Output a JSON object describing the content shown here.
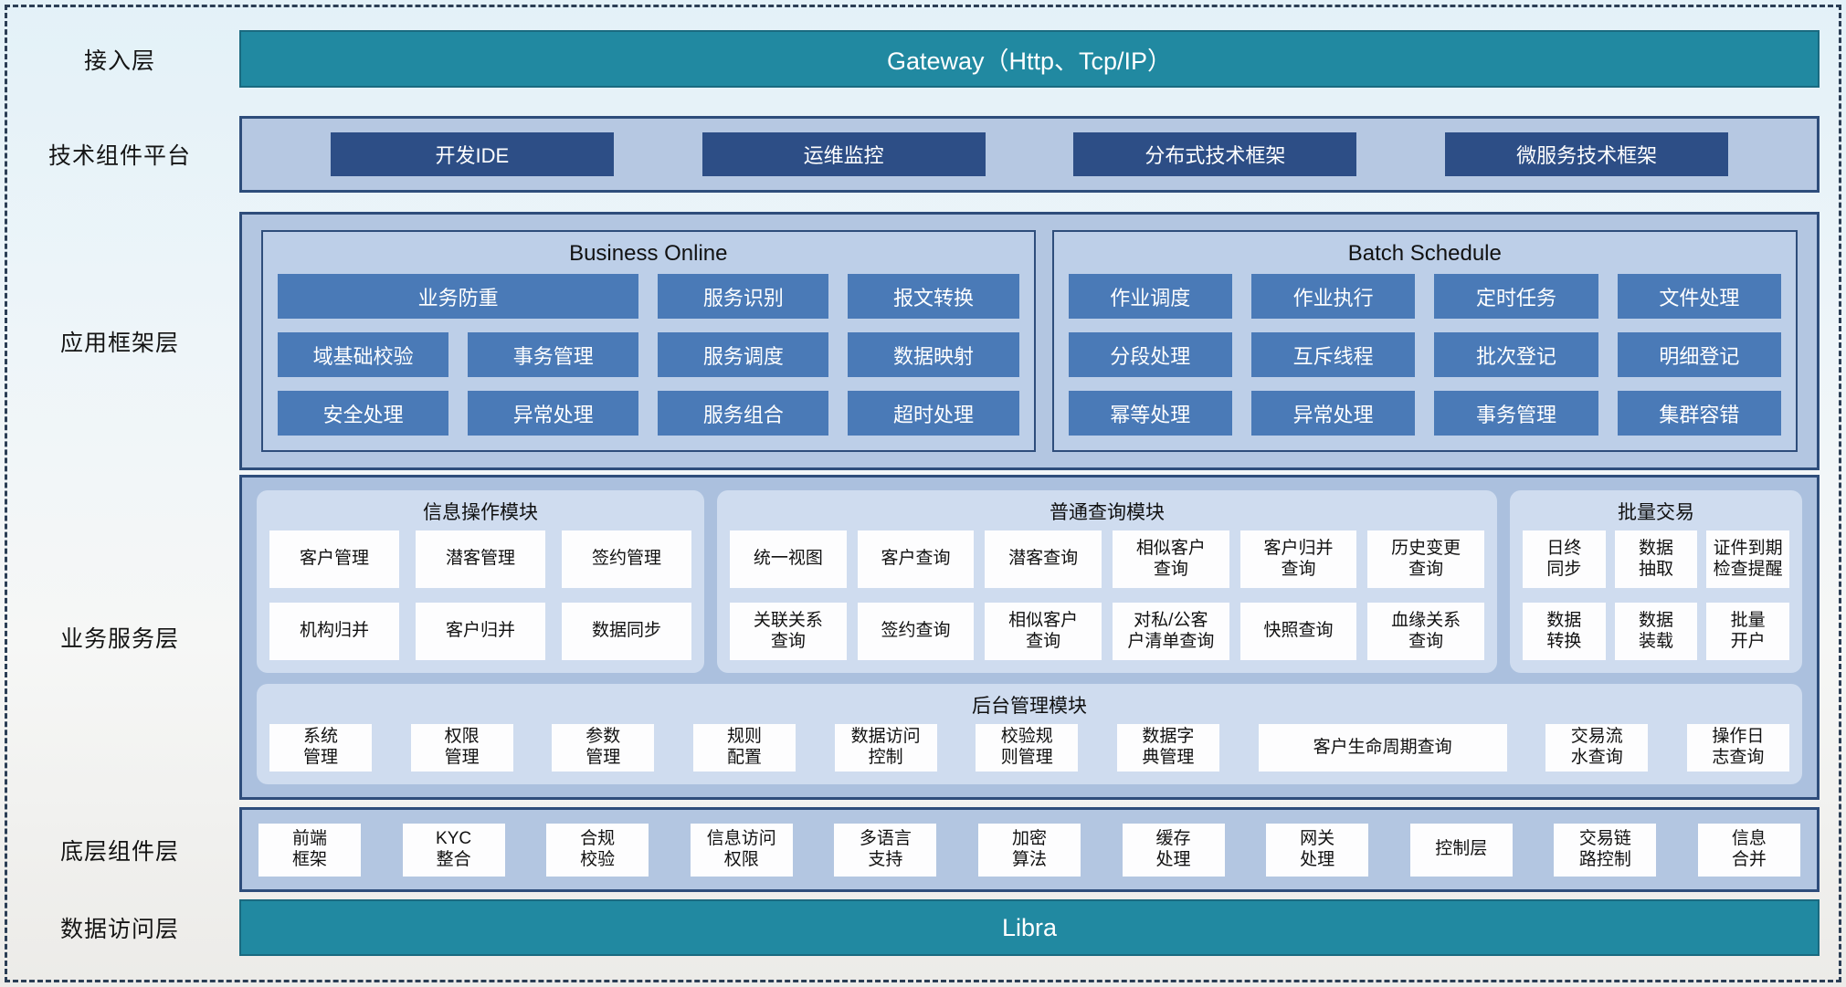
{
  "layer_labels": [
    "接入层",
    "技术组件平台",
    "应用框架层",
    "业务服务层",
    "底层组件层",
    "数据访问层"
  ],
  "gateway": {
    "text": "Gateway（Http、Tcp/IP）"
  },
  "tech_platform": {
    "buttons": [
      "开发IDE",
      "运维监控",
      "分布式技术框架",
      "微服务技术框架"
    ]
  },
  "app_framework": {
    "business_online": {
      "title": "Business Online",
      "wide": "业务防重",
      "row1": [
        "服务识别",
        "报文转换"
      ],
      "row2": [
        "域基础校验",
        "事务管理",
        "服务调度",
        "数据映射"
      ],
      "row3": [
        "安全处理",
        "异常处理",
        "服务组合",
        "超时处理"
      ]
    },
    "batch_schedule": {
      "title": "Batch Schedule",
      "row1": [
        "作业调度",
        "作业执行",
        "定时任务",
        "文件处理"
      ],
      "row2": [
        "分段处理",
        "互斥线程",
        "批次登记",
        "明细登记"
      ],
      "row3": [
        "幂等处理",
        "异常处理",
        "事务管理",
        "集群容错"
      ]
    }
  },
  "business_service": {
    "info_module": {
      "title": "信息操作模块",
      "items": [
        "客户管理",
        "潜客管理",
        "签约管理",
        "机构归并",
        "客户归并",
        "数据同步"
      ]
    },
    "query_module": {
      "title": "普通查询模块",
      "items": [
        "统一视图",
        "客户查询",
        "潜客查询",
        "相似客户\n查询",
        "客户归并\n查询",
        "历史变更\n查询",
        "关联关系\n查询",
        "签约查询",
        "相似客户\n查询",
        "对私/公客\n户清单查询",
        "快照查询",
        "血缘关系\n查询"
      ]
    },
    "batch_module": {
      "title": "批量交易",
      "items": [
        "日终\n同步",
        "数据\n抽取",
        "证件到期\n检查提醒",
        "数据\n转换",
        "数据\n装载",
        "批量\n开户"
      ]
    },
    "admin_module": {
      "title": "后台管理模块",
      "items": [
        "系统\n管理",
        "权限\n管理",
        "参数\n管理",
        "规则\n配置",
        "数据访问\n控制",
        "校验规\n则管理",
        "数据字\n典管理",
        "客户生命周期查询",
        "交易流\n水查询",
        "操作日\n志查询"
      ]
    }
  },
  "base_components": {
    "items": [
      "前端\n框架",
      "KYC\n整合",
      "合规\n校验",
      "信息访问\n权限",
      "多语言\n支持",
      "加密\n算法",
      "缓存\n处理",
      "网关\n处理",
      "控制层",
      "交易链\n路控制",
      "信息\n合并"
    ]
  },
  "data_access": {
    "text": "Libra"
  },
  "colors": {
    "teal": "#2189a1",
    "navy_button": "#2d4e86",
    "steel_button": "#4a7ab7",
    "panel_outer": "#b3c6e1",
    "panel_border": "#2e4d7b",
    "module_bg": "#cfdcef"
  }
}
